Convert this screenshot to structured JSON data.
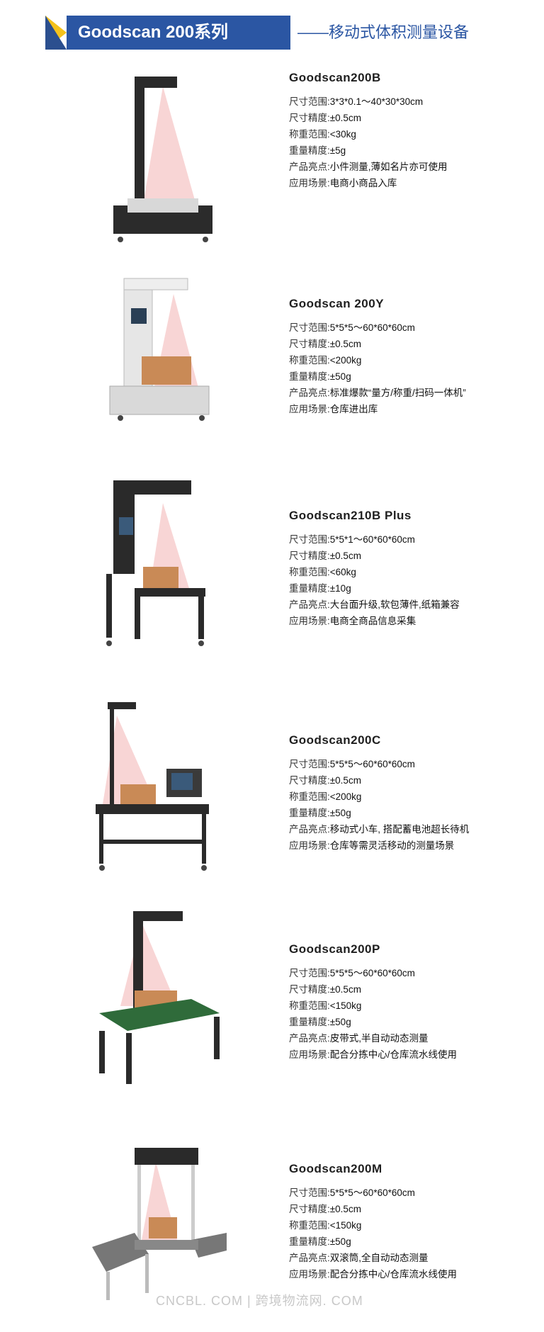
{
  "header": {
    "title": "Goodscan 200系列",
    "subtitle": "——移动式体积测量设备"
  },
  "products": [
    {
      "name": "Goodscan200B",
      "rows": [
        {
          "label": "尺寸范围:",
          "value": "3*3*0.1～40*30*30cm"
        },
        {
          "label": "尺寸精度:",
          "value": "±0.5cm"
        },
        {
          "label": "称重范围:",
          "value": "<30kg"
        },
        {
          "label": "重量精度:",
          "value": "±5g"
        },
        {
          "label": "产品亮点:",
          "value": "小件测量,薄如名片亦可使用"
        },
        {
          "label": "应用场景:",
          "value": "电商小商品入库"
        }
      ]
    },
    {
      "name": "Goodscan 200Y",
      "rows": [
        {
          "label": "尺寸范围:",
          "value": "5*5*5～60*60*60cm"
        },
        {
          "label": "尺寸精度:",
          "value": "±0.5cm"
        },
        {
          "label": "称重范围:",
          "value": "<200kg"
        },
        {
          "label": "重量精度:",
          "value": "±50g"
        },
        {
          "label": "产品亮点:",
          "value": "标准爆款“量方/称重/扫码一体机”"
        },
        {
          "label": "应用场景:",
          "value": "仓库进出库"
        }
      ]
    },
    {
      "name": "Goodscan210B Plus",
      "rows": [
        {
          "label": "尺寸范围:",
          "value": "5*5*1～60*60*60cm"
        },
        {
          "label": "尺寸精度:",
          "value": "±0.5cm"
        },
        {
          "label": "称重范围:",
          "value": "<60kg"
        },
        {
          "label": "重量精度:",
          "value": "±10g"
        },
        {
          "label": "产品亮点:",
          "value": "大台面升级,软包薄件,纸箱兼容"
        },
        {
          "label": "应用场景:",
          "value": "电商全商品信息采集"
        }
      ]
    },
    {
      "name": "Goodscan200C",
      "rows": [
        {
          "label": "尺寸范围:",
          "value": "5*5*5～60*60*60cm"
        },
        {
          "label": "尺寸精度:",
          "value": "±0.5cm"
        },
        {
          "label": "称重范围:",
          "value": "<200kg"
        },
        {
          "label": "重量精度:",
          "value": "±50g"
        },
        {
          "label": "产品亮点:",
          "value": "移动式小车, 搭配蓄电池超长待机"
        },
        {
          "label": "应用场景:",
          "value": "仓库等需灵活移动的测量场景"
        }
      ]
    },
    {
      "name": "Goodscan200P",
      "rows": [
        {
          "label": "尺寸范围:",
          "value": "5*5*5～60*60*60cm"
        },
        {
          "label": "尺寸精度:",
          "value": "±0.5cm"
        },
        {
          "label": "称重范围:",
          "value": "<150kg"
        },
        {
          "label": "重量精度:",
          "value": "±50g"
        },
        {
          "label": "产品亮点:",
          "value": "皮带式,半自动动态测量"
        },
        {
          "label": "应用场景:",
          "value": "配合分拣中心/仓库流水线使用"
        }
      ]
    },
    {
      "name": "Goodscan200M",
      "rows": [
        {
          "label": "尺寸范围:",
          "value": "5*5*5～60*60*60cm"
        },
        {
          "label": "尺寸精度:",
          "value": "±0.5cm"
        },
        {
          "label": "称重范围:",
          "value": "<150kg"
        },
        {
          "label": "重量精度:",
          "value": "±50g"
        },
        {
          "label": "产品亮点:",
          "value": "双滚筒,全自动动态测量"
        },
        {
          "label": "应用场景:",
          "value": "配合分拣中心/仓库流水线使用"
        }
      ]
    }
  ],
  "watermark": "CNCBL. COM | 跨境物流网. COM",
  "colors": {
    "banner": "#2b56a3",
    "accent": "#f4c21c",
    "beam": "#f2b3b3",
    "box": "#c98a56"
  }
}
